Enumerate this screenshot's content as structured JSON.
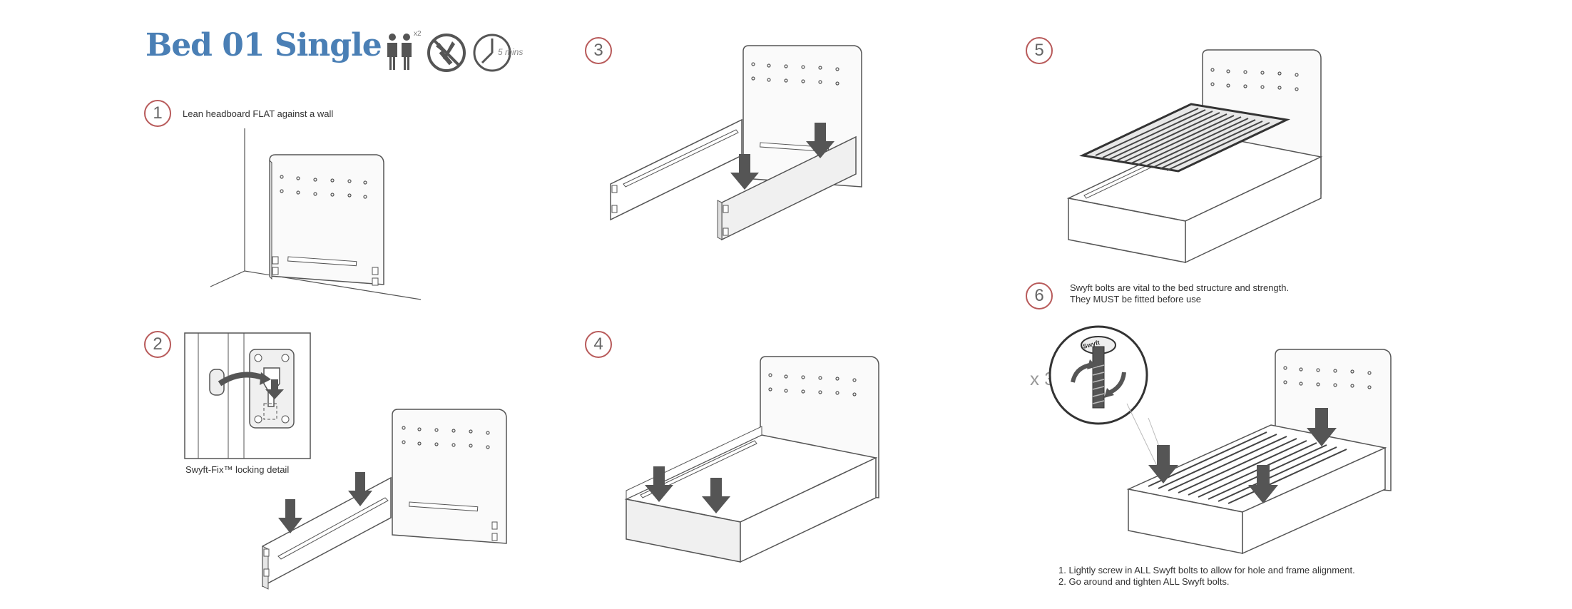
{
  "header": {
    "title": "Bed 01 Single",
    "people_multiplier": "x2",
    "time_label": "5 mins"
  },
  "steps": [
    {
      "number": "1",
      "text": "Lean headboard FLAT against a wall"
    },
    {
      "number": "2",
      "detail_caption": "Swyft-Fix™ locking detail"
    },
    {
      "number": "3"
    },
    {
      "number": "4"
    },
    {
      "number": "5"
    },
    {
      "number": "6",
      "text_line1": "Swyft bolts are vital to the bed structure and strength.",
      "text_line2": "They MUST be fitted before use"
    }
  ],
  "bolt_detail": {
    "multiplier": "x 3",
    "brand": "Swyft"
  },
  "notes": [
    "1. Lightly screw in ALL Swyft bolts to allow for hole and frame alignment.",
    "2. Go around and tighten ALL Swyft bolts."
  ],
  "colors": {
    "title": "#4a7fb5",
    "step_circle": "#b85a5a",
    "arrow": "#555555",
    "line": "#555555",
    "panel_fill": "#f4f4f4"
  },
  "icons": [
    "two-people-icon",
    "no-tools-icon",
    "clock-icon"
  ]
}
